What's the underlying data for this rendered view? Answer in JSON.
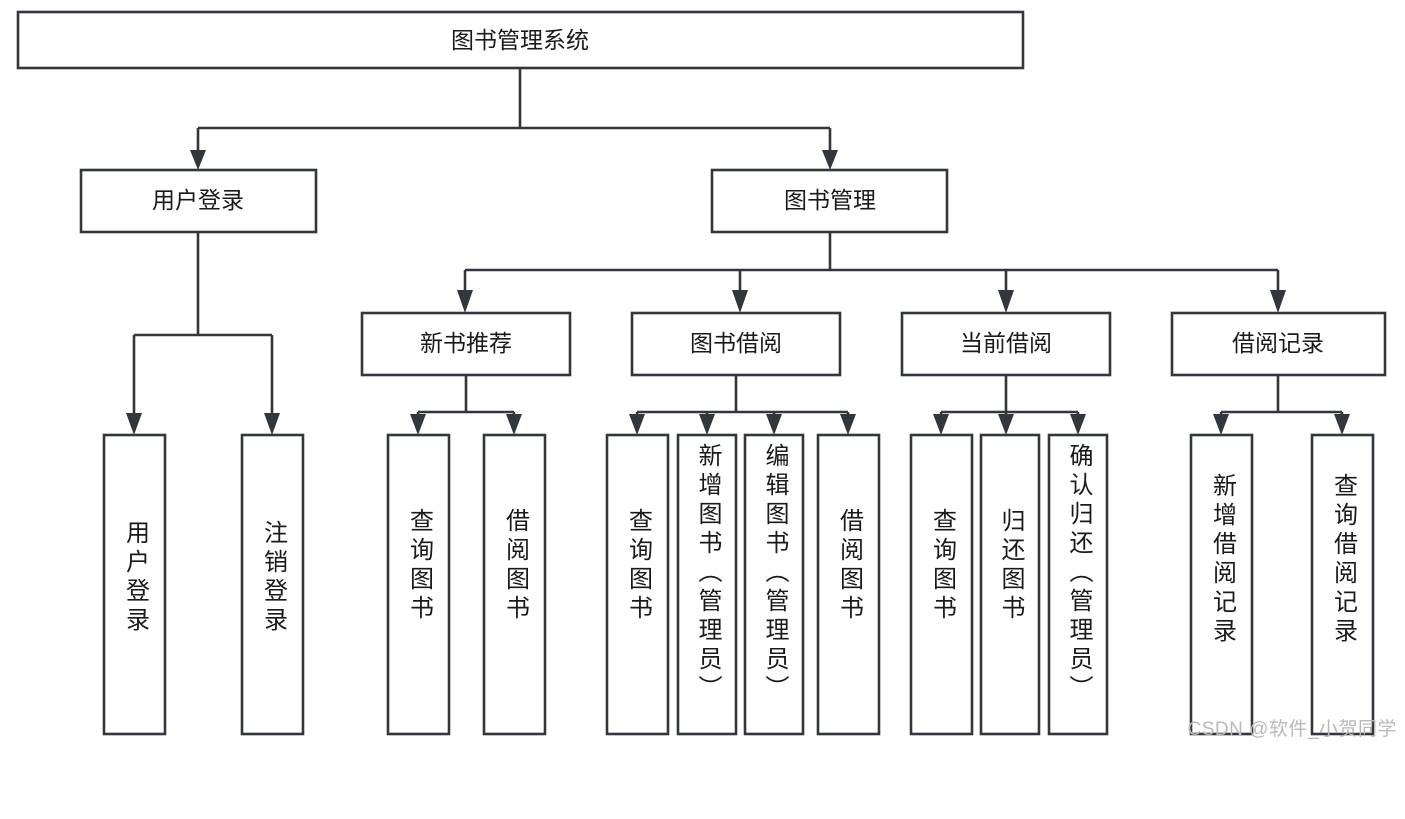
{
  "diagram": {
    "title": "图书管理系统",
    "type": "tree-hierarchy",
    "colors": {
      "stroke": "#33363a",
      "box_fill": "#ffffff",
      "text": "#1a1a1a",
      "background": "#ffffff",
      "watermark": "#b9b9b9"
    },
    "root": {
      "label": "图书管理系统"
    },
    "level2": [
      {
        "label": "用户登录"
      },
      {
        "label": "图书管理"
      }
    ],
    "level3": [
      {
        "label": "新书推荐"
      },
      {
        "label": "图书借阅"
      },
      {
        "label": "当前借阅"
      },
      {
        "label": "借阅记录"
      }
    ],
    "leaves": {
      "user_login": [
        {
          "label": "用户登录"
        },
        {
          "label": "注销登录"
        }
      ],
      "new_book_recommend": [
        {
          "label": "查询图书"
        },
        {
          "label": "借阅图书"
        }
      ],
      "book_borrow": [
        {
          "label": "查询图书"
        },
        {
          "label": "新增图书（管理员）"
        },
        {
          "label": "编辑图书（管理员）"
        },
        {
          "label": "借阅图书"
        }
      ],
      "current_borrow": [
        {
          "label": "查询图书"
        },
        {
          "label": "归还图书"
        },
        {
          "label": "确认归还（管理员）"
        }
      ],
      "borrow_records": [
        {
          "label": "新增借阅记录"
        },
        {
          "label": "查询借阅记录"
        }
      ]
    },
    "watermark": "CSDN @软件_小贺同学"
  }
}
